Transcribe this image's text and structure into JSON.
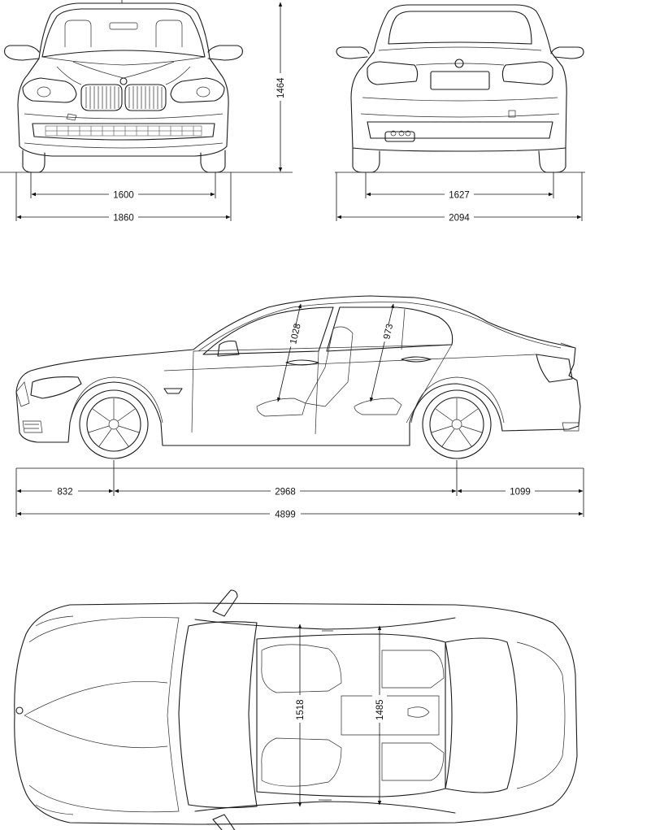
{
  "front_view": {
    "height_label": "1464",
    "front_track_label": "1600",
    "width_label": "1860"
  },
  "rear_view": {
    "rear_track_label": "1627",
    "width_mirrors_label": "2094"
  },
  "side_view": {
    "front_headroom_label": "1028",
    "rear_headroom_label": "973",
    "front_overhang_label": "832",
    "wheelbase_label": "2968",
    "rear_overhang_label": "1099",
    "length_label": "4899"
  },
  "top_view": {
    "front_interior_width_label": "1518",
    "rear_interior_width_label": "1485"
  }
}
